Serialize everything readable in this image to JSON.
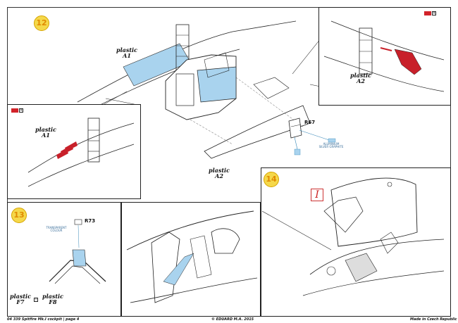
{
  "steps": {
    "s12": "12",
    "s13": "13",
    "s14": "14"
  },
  "labels": {
    "main_a1": {
      "line1": "plastic",
      "line2": "A1"
    },
    "main_a2": {
      "line1": "plastic",
      "line2": "A2"
    },
    "left_a1": {
      "line1": "plastic",
      "line2": "A1"
    },
    "right_a2": {
      "line1": "plastic",
      "line2": "A2"
    },
    "f7": {
      "line1": "plastic",
      "line2": "F7"
    },
    "f8": {
      "line1": "plastic",
      "line2": "F8"
    }
  },
  "parts": {
    "r67": "R67",
    "r73": "R73"
  },
  "notes": {
    "r67_note": "ALUMINIUM\nSILVER GRAPHITE",
    "r73_note": "TRANSPARENT\nCOLOUR"
  },
  "option_marks": {
    "f8_box": "T"
  },
  "roman": "I",
  "footer": {
    "left": "04 339  Spitfire Mk.I cockpit   |   page 4",
    "center": "© EDUARD M.A. 2015",
    "right": "Made in Czech Republic"
  },
  "colors": {
    "accent_blue": "#a9d3ee",
    "paint_red": "#c8202a",
    "step_badge": "#f5d84a"
  }
}
